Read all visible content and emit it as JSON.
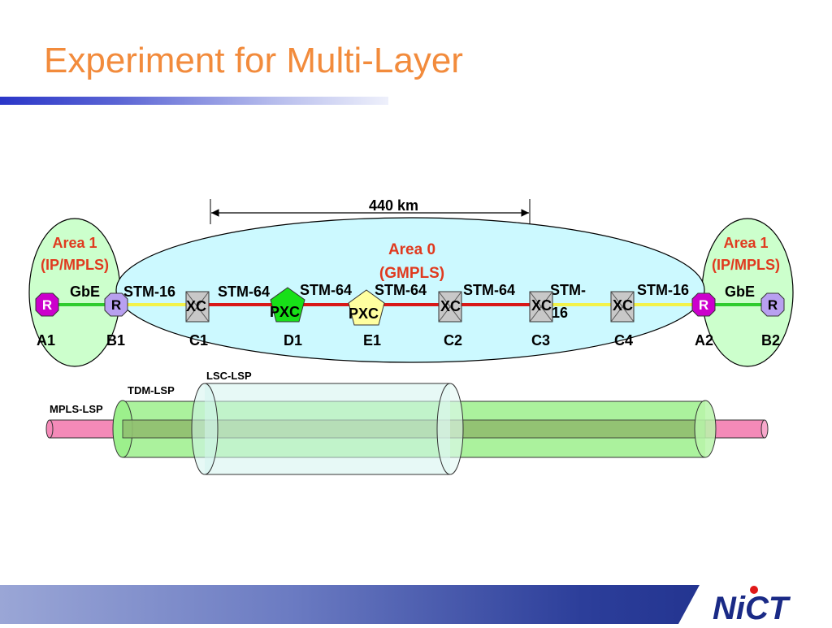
{
  "title": "Experiment for Multi-Layer",
  "distance": "440 km",
  "area0": {
    "name": "Area 0",
    "type": "(GMPLS)"
  },
  "area1_left": {
    "name": "Area 1",
    "type": "(IP/MPLS)"
  },
  "area1_right": {
    "name": "Area 1",
    "type": "(IP/MPLS)"
  },
  "links": {
    "gbe_left": "GbE",
    "stm16_a": "STM-16",
    "stm64_a": "STM-64",
    "stm64_b": "STM-64",
    "stm64_c": "STM-64",
    "stm64_d": "STM-64",
    "stm16_b_line1": "STM-",
    "stm16_b_line2": "16",
    "stm16_c": "STM-16",
    "gbe_right": "GbE"
  },
  "nodes": {
    "a1": {
      "label": "A1",
      "device": "R"
    },
    "b1": {
      "label": "B1",
      "device": "R"
    },
    "c1": {
      "label": "C1",
      "device": "XC"
    },
    "d1": {
      "label": "D1",
      "device": "PXC"
    },
    "e1": {
      "label": "E1",
      "device": "PXC"
    },
    "c2": {
      "label": "C2",
      "device": "XC"
    },
    "c3": {
      "label": "C3",
      "device": "XC"
    },
    "c4": {
      "label": "C4",
      "device": "XC"
    },
    "a2": {
      "label": "A2",
      "device": "R"
    },
    "b2": {
      "label": "B2",
      "device": "R"
    }
  },
  "lsp": {
    "lsc": "LSC-LSP",
    "tdm": "TDM-LSP",
    "mpls": "MPLS-LSP"
  },
  "colors": {
    "title": "#f28b3c",
    "area_text": "#e03a1f",
    "area0_fill": "#ccf9ff",
    "area1_fill": "#ccffcc",
    "router_edge": "#cc00cc",
    "router_inner": "#b8a0f0",
    "stm16_link": "#f2f24a",
    "stm64_link": "#d81818",
    "gbe_link": "#2ecc2e"
  },
  "logo": "NiCT"
}
